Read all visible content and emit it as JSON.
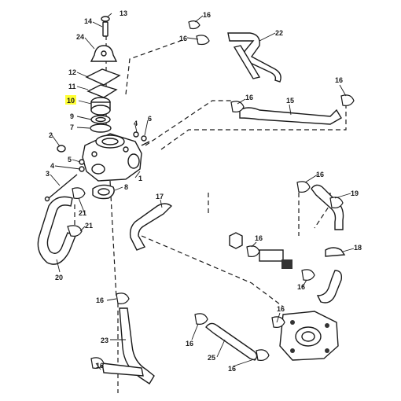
{
  "diagram": {
    "highlight_color": "#ffff33",
    "callouts": {
      "c13": "13",
      "c14": "14",
      "c24": "24",
      "c12": "12",
      "c11": "11",
      "c10": "10",
      "c9": "9",
      "c7": "7",
      "c2": "2",
      "c5": "5",
      "c4a": "4",
      "c6": "6",
      "c4b": "4",
      "c3": "3",
      "c1": "1",
      "c8": "8",
      "c21a": "21",
      "c21b": "21",
      "c20": "20",
      "c16a": "16",
      "c16b": "16",
      "c22": "22",
      "c16c": "16",
      "c16d": "16",
      "c15": "15",
      "c16e": "16",
      "c19": "19",
      "c17": "17",
      "c16f": "16",
      "c18": "18",
      "c16g": "16",
      "c16h": "16",
      "c23": "23",
      "c16i": "16",
      "c16j": "16",
      "c25": "25",
      "c16k": "16",
      "c16l": "16"
    }
  }
}
